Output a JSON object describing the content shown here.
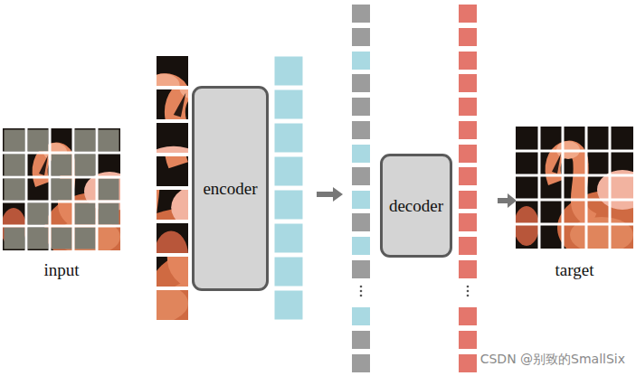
{
  "diagram": {
    "nodes": [
      {
        "text": [
          "encoder"
        ]
      },
      {
        "text": [
          "decoder"
        ]
      }
    ],
    "labels": [
      "input",
      "target",
      "CSDN @别致的SmallSix"
    ]
  }
}
